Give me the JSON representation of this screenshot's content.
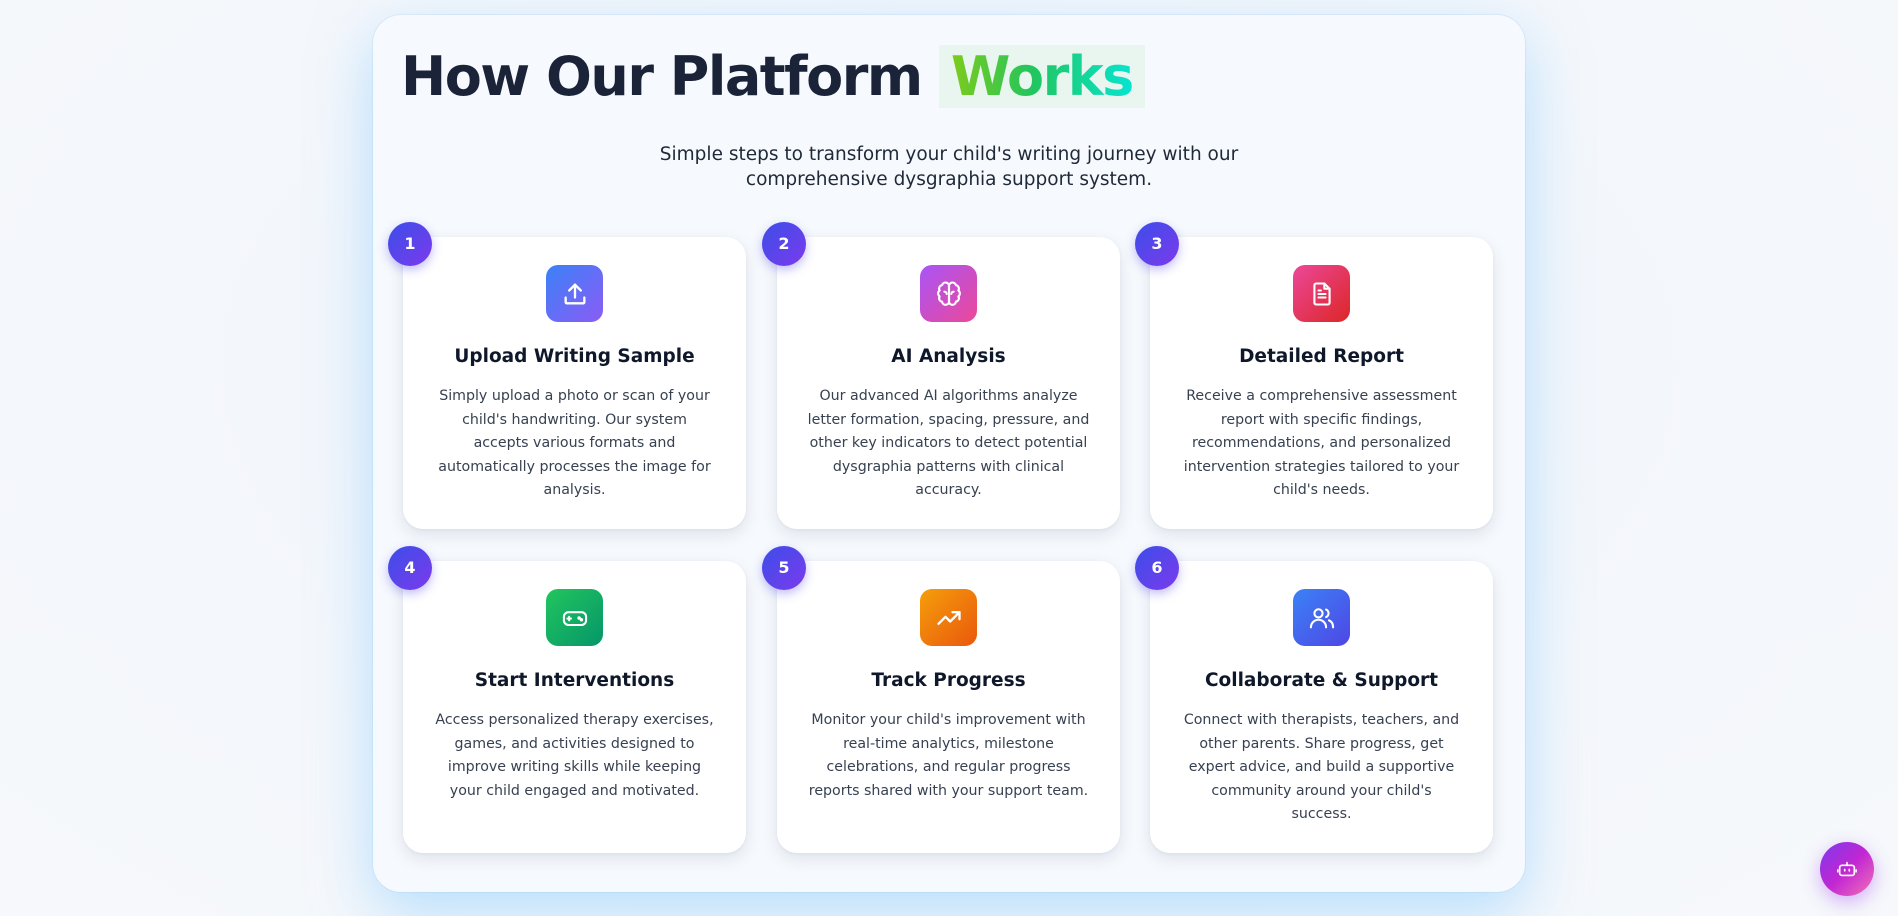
{
  "header": {
    "title_main": "How Our Platform",
    "title_highlight": "Works",
    "subtitle_line1": "Simple steps to transform your child's writing journey with our",
    "subtitle_line2": "comprehensive dysgraphia support system."
  },
  "steps": [
    {
      "number": "1",
      "icon": "upload-icon",
      "icon_gradient": [
        "#3b82f6",
        "#8b5cf6"
      ],
      "title": "Upload Writing Sample",
      "description": "Simply upload a photo or scan of your child's handwriting. Our system accepts various formats and automatically processes the image for analysis."
    },
    {
      "number": "2",
      "icon": "brain-icon",
      "icon_gradient": [
        "#a855f7",
        "#ec4899"
      ],
      "title": "AI Analysis",
      "description": "Our advanced AI algorithms analyze letter formation, spacing, pressure, and other key indicators to detect potential dysgraphia patterns with clinical accuracy."
    },
    {
      "number": "3",
      "icon": "document-icon",
      "icon_gradient": [
        "#ec4899",
        "#dc2626"
      ],
      "title": "Detailed Report",
      "description": "Receive a comprehensive assessment report with specific findings, recommendations, and personalized intervention strategies tailored to your child's needs."
    },
    {
      "number": "4",
      "icon": "gamepad-icon",
      "icon_gradient": [
        "#22c55e",
        "#059669"
      ],
      "title": "Start Interventions",
      "description": "Access personalized therapy exercises, games, and activities designed to improve writing skills while keeping your child engaged and motivated."
    },
    {
      "number": "5",
      "icon": "trending-up-icon",
      "icon_gradient": [
        "#f59e0b",
        "#ea580c"
      ],
      "title": "Track Progress",
      "description": "Monitor your child's improvement with real-time analytics, milestone celebrations, and regular progress reports shared with your support team."
    },
    {
      "number": "6",
      "icon": "users-icon",
      "icon_gradient": [
        "#3b82f6",
        "#4f46e5"
      ],
      "title": "Collaborate & Support",
      "description": "Connect with therapists, teachers, and other parents. Share progress, get expert advice, and build a supportive community around your child's success."
    }
  ],
  "chat_button": {
    "icon": "bot-icon"
  },
  "colors": {
    "badge_gradient": [
      "#3b4ee8",
      "#7c3aed"
    ],
    "title_color": "#1a2338",
    "highlight_gradient": [
      "#84cc16",
      "#22c55e",
      "#06e6d8"
    ]
  }
}
